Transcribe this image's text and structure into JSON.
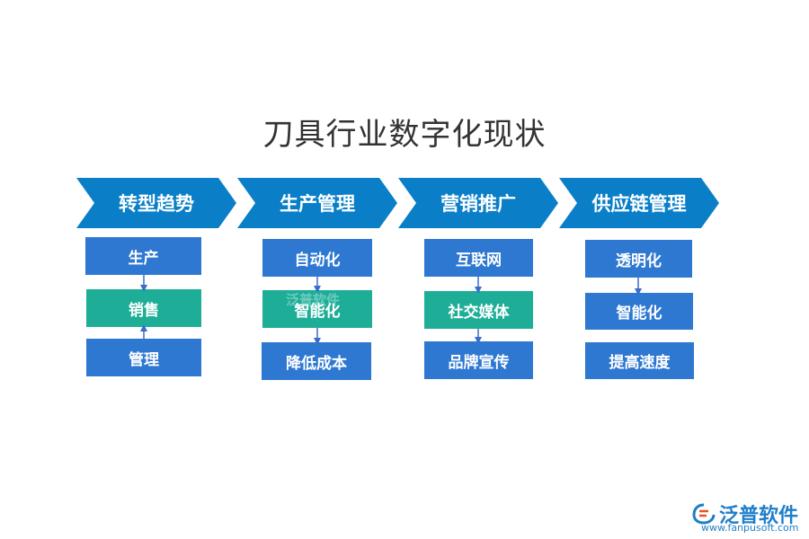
{
  "title": "刀具行业数字化现状",
  "columns": [
    {
      "heading": "转型趋势",
      "items": [
        "生产",
        "销售",
        "管理"
      ]
    },
    {
      "heading": "生产管理",
      "items": [
        "自动化",
        "智能化",
        "降低成本"
      ]
    },
    {
      "heading": "营销推广",
      "items": [
        "互联网",
        "社交媒体",
        "品牌宣传"
      ]
    },
    {
      "heading": "供应链管理",
      "items": [
        "透明化",
        "智能化",
        "提高速度"
      ]
    }
  ],
  "watermark": "泛普软件",
  "logo": {
    "name": "泛普软件",
    "url": "www.fanpusoft.com"
  },
  "colors": {
    "chevron": "#0a7fc8",
    "box_blue": "#2e78d1",
    "box_teal": "#1eae98",
    "arrow": "#3a6cc9"
  }
}
